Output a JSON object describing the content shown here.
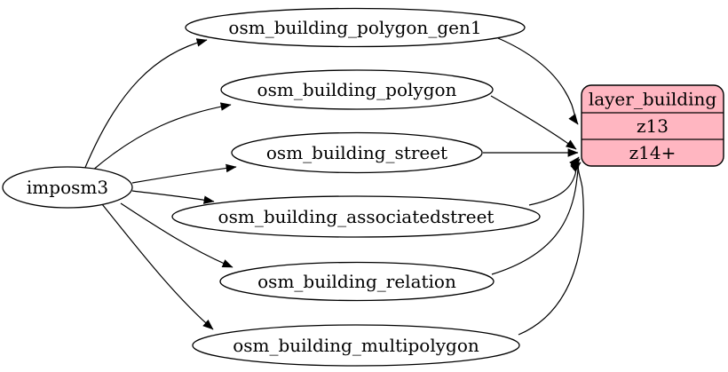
{
  "diagram": {
    "source_node": {
      "label": "imposm3"
    },
    "table_nodes": [
      {
        "label": "osm_building_polygon_gen1"
      },
      {
        "label": "osm_building_polygon"
      },
      {
        "label": "osm_building_street"
      },
      {
        "label": "osm_building_associatedstreet"
      },
      {
        "label": "osm_building_relation"
      },
      {
        "label": "osm_building_multipolygon"
      }
    ],
    "layer_node": {
      "title": "layer_building",
      "rows": [
        {
          "label": "z13"
        },
        {
          "label": "z14+"
        }
      ]
    },
    "colors": {
      "background": "#ffffff",
      "node_fill": "#ffffff",
      "node_stroke": "#000000",
      "edge": "#000000",
      "layer_fill": "#ffb6c1"
    }
  }
}
